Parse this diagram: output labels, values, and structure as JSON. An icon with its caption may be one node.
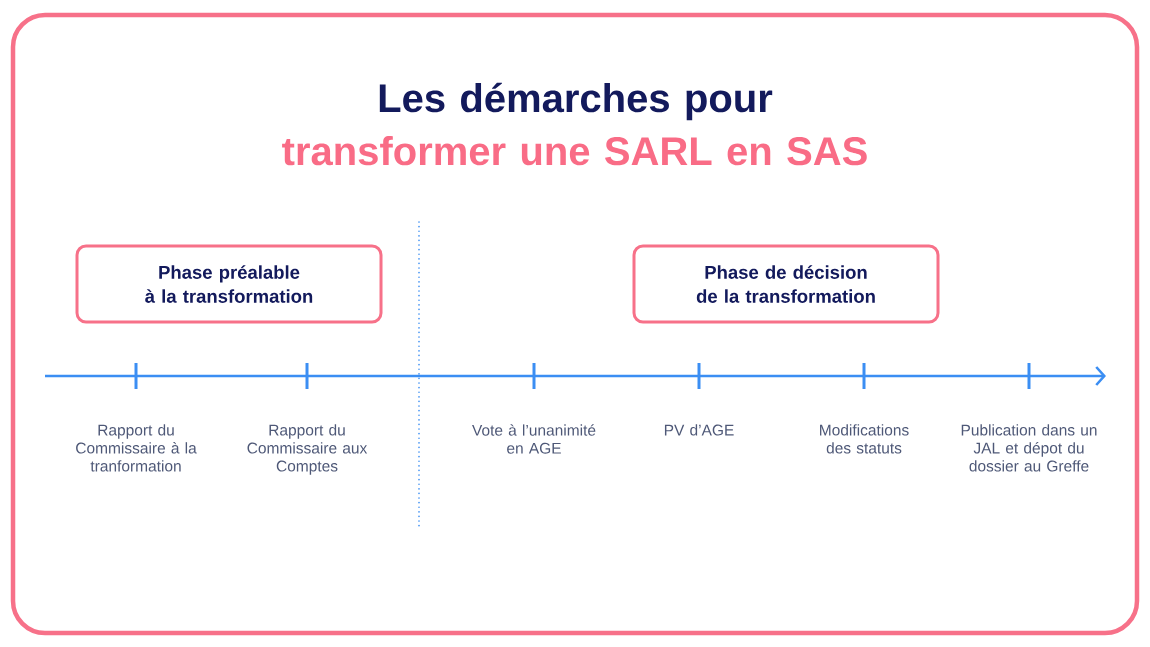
{
  "diagram": {
    "title": "Les démarches pour transformer une SARL en SAS",
    "nodes": [
      {
        "text": [
          "Phase préalable à la transformation"
        ]
      },
      {
        "text": [
          "Phase de décision de la transformation"
        ]
      }
    ],
    "labels": [
      "Rapport du Commissaire à la tranformation",
      "Rapport du Commissaire aux Comptes",
      "Vote à l’unanimité en AGE",
      "PV d’AGE",
      "Modifications des statuts",
      "Publication dans un JAL et dépot du dossier au Greffe"
    ]
  }
}
